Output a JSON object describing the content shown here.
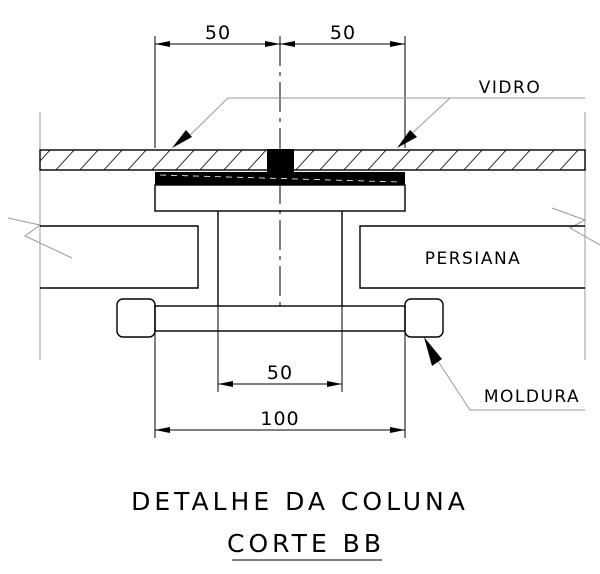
{
  "dimensions": {
    "top_left": "50",
    "top_right": "50",
    "inner_width": "50",
    "overall_width": "100"
  },
  "labels": {
    "glass": "VIDRO",
    "shutter": "PERSIANA",
    "frame": "MOLDURA"
  },
  "title": {
    "line1": "DETALHE DA COLUNA",
    "line2": "CORTE BB"
  }
}
